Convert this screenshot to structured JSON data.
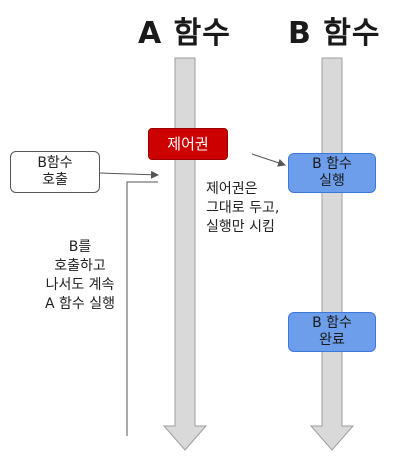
{
  "titles": {
    "a": "A 함수",
    "b": "B 함수"
  },
  "boxes": {
    "control": "제어권",
    "call_b": [
      "B함수",
      "호출"
    ],
    "b_running": [
      "B 함수",
      "실행"
    ],
    "b_done": [
      "B 함수",
      "완료"
    ]
  },
  "notes": {
    "keep_control": "제어권은\n그대로 두고,\n실행만 시킴",
    "continue_a": "B를\n호출하고\n나서도 계속\nA 함수 실행"
  },
  "colors": {
    "control_box": "#cc0000",
    "b_boxes": "#6d9eeb",
    "lane": "#d9d9d9"
  }
}
